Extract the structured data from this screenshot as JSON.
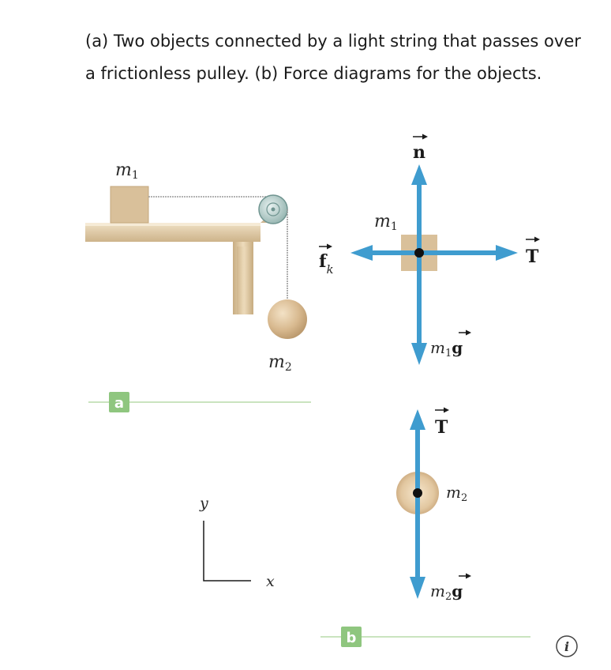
{
  "caption": "(a) Two objects connected by a light string that passes over a frictionless pulley. (b) Force diagrams for the objects.",
  "panel_a": {
    "badge": "a",
    "m1_label": {
      "base": "m",
      "sub": "1"
    },
    "m2_label": {
      "base": "m",
      "sub": "2"
    },
    "axes": {
      "y": "y",
      "x": "x"
    }
  },
  "panel_b": {
    "badge": "b",
    "block_diagram": {
      "mass_label": {
        "base": "m",
        "sub": "1"
      },
      "normal": "n",
      "friction": {
        "base": "f",
        "sub": "k"
      },
      "tension": "T",
      "weight": {
        "mass": "m",
        "sub": "1",
        "g": "g"
      }
    },
    "ball_diagram": {
      "mass_label": {
        "base": "m",
        "sub": "2"
      },
      "tension": "T",
      "weight": {
        "mass": "m",
        "sub": "2",
        "g": "g"
      }
    }
  },
  "colors": {
    "arrow": "#3f9ccf",
    "block": "#d9c09a",
    "table": "#e0caa4",
    "ball": "#d8b98f",
    "badge_green": "#8fc67f",
    "divider": "#b9dcaa"
  },
  "info_icon": "i"
}
